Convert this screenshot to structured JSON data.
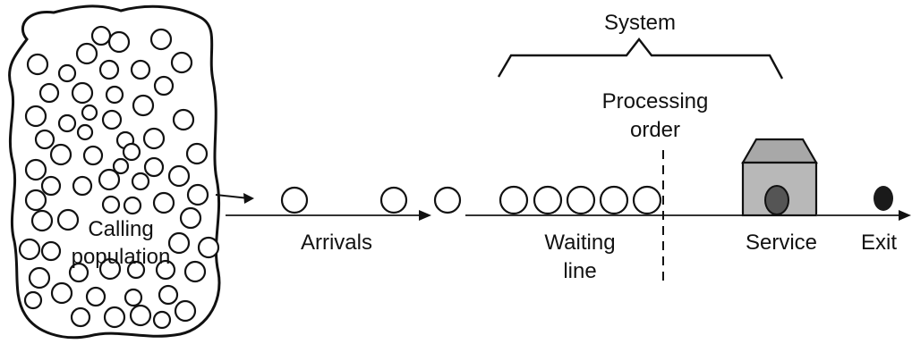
{
  "labels": {
    "system": "System",
    "processing_order_line1": "Processing",
    "processing_order_line2": "order",
    "calling_line1": "Calling",
    "calling_line2": "population",
    "arrivals": "Arrivals",
    "waiting_line1": "Waiting",
    "waiting_line2": "line",
    "service": "Service",
    "exit": "Exit"
  },
  "colors": {
    "ink": "#111111",
    "service_box": "#b8b8b8",
    "service_roof": "#a8a8a8",
    "customer_in_service": "#555555",
    "exiting_customer": "#1a1a1a"
  },
  "icons": {
    "population": "calling-population-blob",
    "service": "service-facility-icon",
    "customer": "customer-circle-icon"
  }
}
